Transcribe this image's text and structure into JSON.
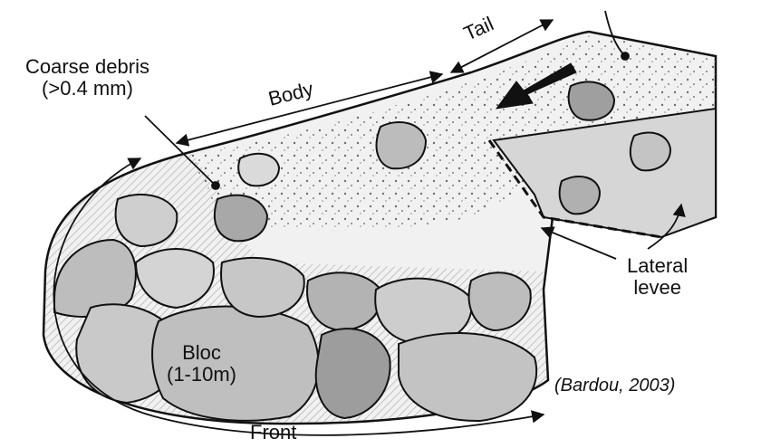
{
  "labels": {
    "tail": "Tail",
    "body": "Body",
    "coarse_debris_line1": "Coarse debris",
    "coarse_debris_line2": "(>0.4 mm)",
    "lateral_levee_line1": "Lateral",
    "lateral_levee_line2": "levee",
    "bloc_line1": "Bloc",
    "bloc_line2": "(1-10m)",
    "front": "Front",
    "citation": "(Bardou, 2003)"
  },
  "colors": {
    "outline": "#111111",
    "block_fill": "#bdbdbd",
    "block_dark": "#8f8f8f",
    "matrix": "#e6e6e6",
    "tail_fill": "#f4f4f4"
  }
}
